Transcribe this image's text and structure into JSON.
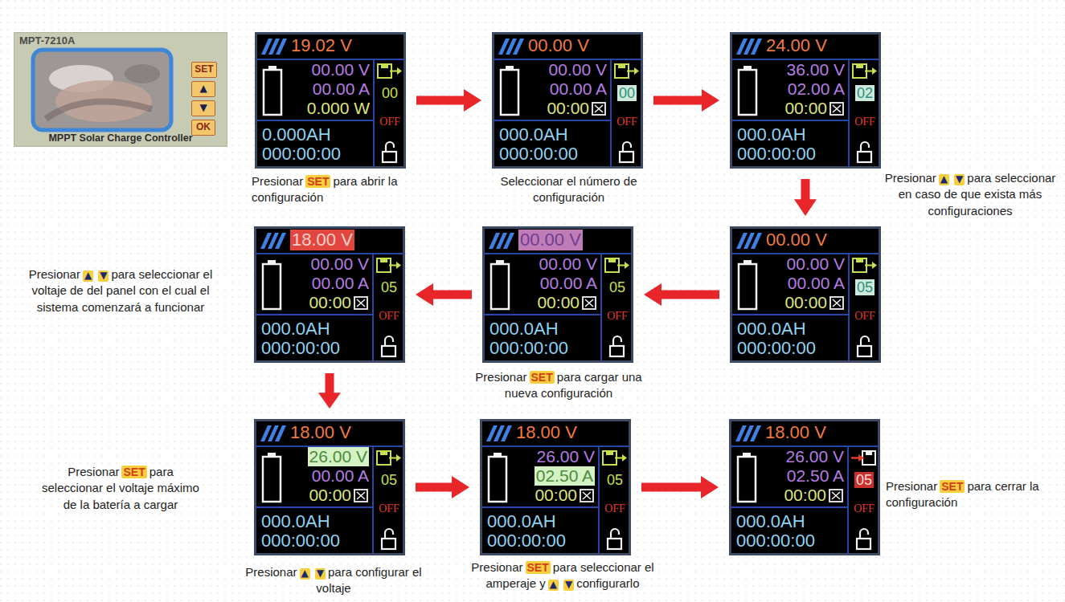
{
  "diagram": {
    "nodes": [
      {
        "text": [
          "MPT-7210A",
          "MPPT Solar Charge Controller"
        ]
      },
      {
        "text": [
          "SET"
        ],
        "in": 0
      },
      {
        "text": [
          "▲"
        ],
        "in": 0
      },
      {
        "text": [
          "▼"
        ],
        "in": 0
      },
      {
        "text": [
          "OK"
        ],
        "in": 0
      },
      {
        "text": [
          "19.02 V",
          "00.00 V",
          "00.00 A",
          "0.000 W",
          "00",
          "OFF",
          "0.000AH",
          "000:00:00"
        ]
      },
      {
        "text": [
          "00.00 V",
          "00.00 V",
          "00.00 A",
          "00:00",
          "00",
          "OFF",
          "000.0AH",
          "000:00:00"
        ]
      },
      {
        "text": [
          "24.00 V",
          "36.00 V",
          "02.00 A",
          "00:00",
          "02",
          "OFF",
          "000.0AH",
          "000:00:00"
        ]
      },
      {
        "text": [
          "00.00 V",
          "00.00 V",
          "00.00 A",
          "00:00",
          "05",
          "OFF",
          "000.0AH",
          "000:00:00"
        ]
      },
      {
        "text": [
          "00.00 V",
          "00.00 V",
          "00.00 A",
          "00:00",
          "05",
          "OFF",
          "000.0AH",
          "000:00:00"
        ]
      },
      {
        "text": [
          "18.00 V",
          "00.00 V",
          "00.00 A",
          "00:00",
          "05",
          "OFF",
          "000.0AH",
          "000:00:00"
        ]
      },
      {
        "text": [
          "18.00 V",
          "26.00 V",
          "00.00 A",
          "00:00",
          "05",
          "OFF",
          "000.0AH",
          "000:00:00"
        ]
      },
      {
        "text": [
          "18.00 V",
          "26.00 V",
          "02.50 A",
          "00:00",
          "05",
          "OFF",
          "000.0AH",
          "000:00:00"
        ]
      },
      {
        "text": [
          "18.00 V",
          "26.00 V",
          "02.50 A",
          "00:00",
          "05",
          "OFF",
          "000.0AH",
          "000:00:00"
        ]
      }
    ],
    "edges": [
      {
        "from": 5,
        "to": 6,
        "arrow": "to"
      },
      {
        "from": 6,
        "to": 7,
        "arrow": "to"
      },
      {
        "from": 7,
        "to": 8,
        "arrow": "to"
      },
      {
        "from": 8,
        "to": 9,
        "arrow": "to"
      },
      {
        "from": 9,
        "to": 10,
        "arrow": "to"
      },
      {
        "from": 10,
        "to": 11,
        "arrow": "to"
      },
      {
        "from": 11,
        "to": 12,
        "arrow": "to"
      },
      {
        "from": 12,
        "to": 13,
        "arrow": "to"
      }
    ],
    "labels": [
      "Presionar",
      "SET",
      "para abrir la configuración",
      "Seleccionar el número de configuración",
      "Presionar",
      "▲",
      "▼",
      "para seleccionar en caso de que exista más configuraciones",
      "Presionar",
      "▲",
      "▼",
      "para seleccionar el voltaje de del panel con el cual el sistema comenzará a funcionar",
      "Presionar",
      "SET",
      "para cargar una nueva configuración",
      "Presionar",
      "SET",
      "para seleccionar el voltaje máximo de la batería a cargar",
      "Presionar",
      "▲",
      "▼",
      "para configurar el voltaje",
      "Presionar",
      "SET",
      "para seleccionar el amperaje y",
      "▲",
      "▼",
      "configurarlo",
      "Presionar",
      "SET",
      "para cerrar la configuración"
    ]
  }
}
